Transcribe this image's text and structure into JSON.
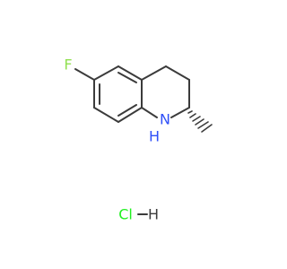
{
  "molecule": {
    "atoms": {
      "fluorine": {
        "label": "F",
        "color": "#90e050"
      },
      "nitrogen": {
        "label": "N",
        "color": "#3050f8"
      },
      "nitrogen_h": {
        "label": "H",
        "color": "#3050f8"
      }
    },
    "salt": {
      "chloride": {
        "label": "Cl",
        "color": "#1ff01f"
      },
      "hydrogen": {
        "label": "H",
        "color": "#3b3b3b"
      }
    }
  },
  "colors": {
    "bond": "#3b3b3b",
    "background": "#ffffff"
  }
}
